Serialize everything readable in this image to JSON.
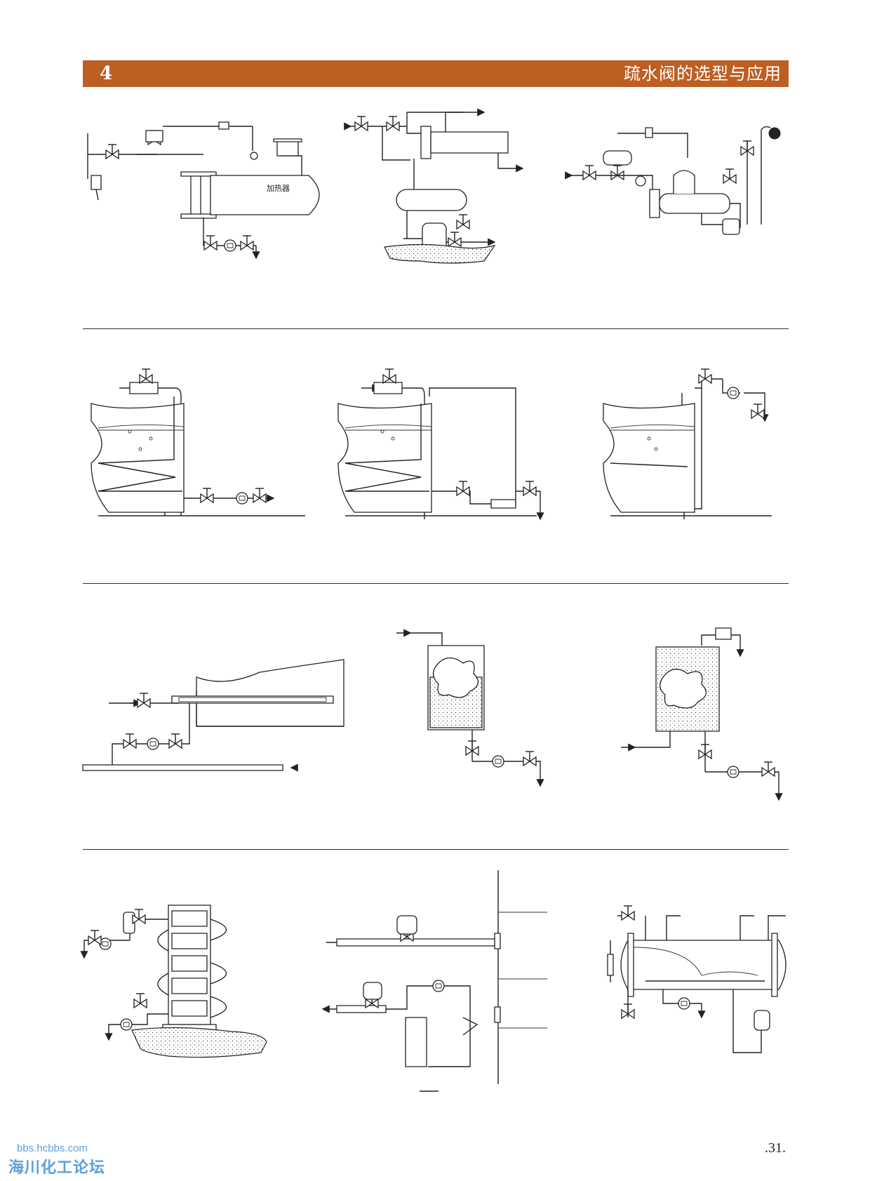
{
  "header": {
    "chapter_number": "4",
    "chapter_title": "疏水阀的选型与应用",
    "bar_color": "#bd5f22"
  },
  "figures": {
    "heater_label": "加热器"
  },
  "footer": {
    "page_number": ".31."
  },
  "watermark": {
    "url": "bbs.hcbbs.com",
    "name": "海川化工论坛",
    "color": "#5da0d8"
  }
}
